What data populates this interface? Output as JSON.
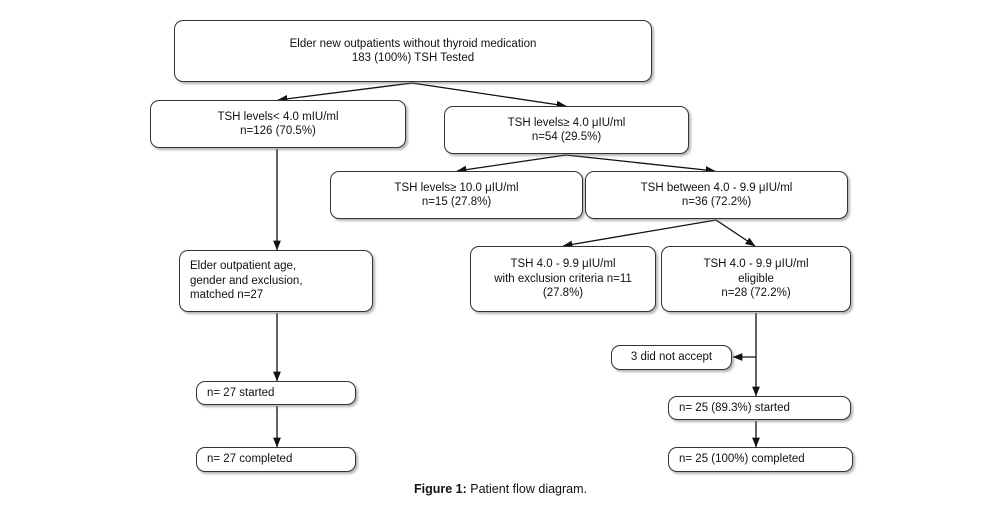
{
  "figure": {
    "caption_label": "Figure 1:",
    "caption_text": " Patient flow diagram.",
    "type": "flowchart",
    "stroke_color": "#333333",
    "background_color": "#ffffff"
  },
  "nodes": {
    "root": {
      "line1": "Elder new outpatients without thyroid medication",
      "line2": "183 (100%) TSH Tested"
    },
    "tsh_low": {
      "line1": "TSH levels< 4.0 mIU/ml",
      "line2": "n=126 (70.5%)"
    },
    "tsh_high": {
      "line1": "TSH levels≥ 4.0 μIU/ml",
      "line2": "n=54 (29.5%)"
    },
    "tsh_ge10": {
      "line1": "TSH levels≥ 10.0 μIU/ml",
      "line2": "n=15 (27.8%)"
    },
    "tsh_between": {
      "line1": "TSH between  4.0  - 9.9 μIU/ml",
      "line2": "n=36 (72.2%)"
    },
    "matched": {
      "line1": "Elder outpatient age,",
      "line2": "gender and exclusion,",
      "line3": "matched n=27"
    },
    "excluded": {
      "line1": "TSH 4.0  - 9.9 μIU/ml",
      "line2": "with exclusion criteria n=11",
      "line3": "(27.8%)"
    },
    "eligible": {
      "line1": "TSH   4.0  - 9.9 μIU/ml",
      "line2": "eligible",
      "line3": "n=28 (72.2%)"
    },
    "not_accept": {
      "line1": "3 did not accept"
    },
    "left_started": {
      "line1": "n= 27  started"
    },
    "left_completed": {
      "line1": "n= 27  completed"
    },
    "right_started": {
      "line1": "n= 25 (89.3%)  started"
    },
    "right_completed": {
      "line1": "n= 25 (100%)  completed"
    }
  },
  "chart_data": {
    "type": "flowchart",
    "title": "Patient flow diagram",
    "nodes": [
      {
        "id": "root",
        "label": "Elder new outpatients without thyroid medication 183 (100%) TSH Tested",
        "n": 183,
        "percent": 100
      },
      {
        "id": "tsh_low",
        "label": "TSH levels< 4.0 mIU/ml",
        "n": 126,
        "percent": 70.5
      },
      {
        "id": "tsh_high",
        "label": "TSH levels≥ 4.0 μIU/ml",
        "n": 54,
        "percent": 29.5
      },
      {
        "id": "tsh_ge10",
        "label": "TSH levels≥ 10.0 μIU/ml",
        "n": 15,
        "percent": 27.8
      },
      {
        "id": "tsh_between",
        "label": "TSH between 4.0 - 9.9 μIU/ml",
        "n": 36,
        "percent": 72.2
      },
      {
        "id": "matched",
        "label": "Elder outpatient age, gender and exclusion, matched",
        "n": 27,
        "percent": null
      },
      {
        "id": "excluded",
        "label": "TSH 4.0 - 9.9 μIU/ml with exclusion criteria",
        "n": 11,
        "percent": 27.8
      },
      {
        "id": "eligible",
        "label": "TSH 4.0 - 9.9 μIU/ml eligible",
        "n": 28,
        "percent": 72.2
      },
      {
        "id": "not_accept",
        "label": "3 did not accept",
        "n": 3,
        "percent": null
      },
      {
        "id": "left_started",
        "label": "started",
        "n": 27,
        "percent": null
      },
      {
        "id": "left_completed",
        "label": "completed",
        "n": 27,
        "percent": null
      },
      {
        "id": "right_started",
        "label": "started",
        "n": 25,
        "percent": 89.3
      },
      {
        "id": "right_completed",
        "label": "completed",
        "n": 25,
        "percent": 100
      }
    ],
    "edges": [
      {
        "from": "root",
        "to": "tsh_low"
      },
      {
        "from": "root",
        "to": "tsh_high"
      },
      {
        "from": "tsh_high",
        "to": "tsh_ge10"
      },
      {
        "from": "tsh_high",
        "to": "tsh_between"
      },
      {
        "from": "tsh_low",
        "to": "matched"
      },
      {
        "from": "tsh_between",
        "to": "excluded"
      },
      {
        "from": "tsh_between",
        "to": "eligible"
      },
      {
        "from": "eligible",
        "to": "not_accept"
      },
      {
        "from": "eligible",
        "to": "right_started"
      },
      {
        "from": "matched",
        "to": "left_started"
      },
      {
        "from": "left_started",
        "to": "left_completed"
      },
      {
        "from": "right_started",
        "to": "right_completed"
      }
    ]
  }
}
